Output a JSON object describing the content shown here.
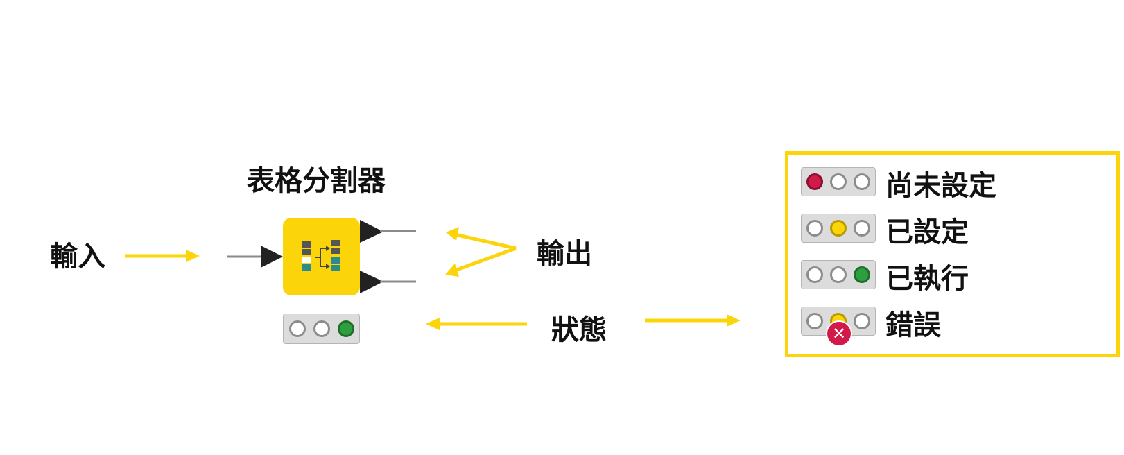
{
  "node": {
    "title": "表格分割器",
    "color": "#fcd40a"
  },
  "labels": {
    "input": "輸入",
    "output": "輸出",
    "status": "狀態"
  },
  "node_status": {
    "lights": [
      "off",
      "off",
      "green"
    ]
  },
  "legend": {
    "items": [
      {
        "label": "尚未設定",
        "lights": [
          "red",
          "off",
          "off"
        ],
        "error": false
      },
      {
        "label": "已設定",
        "lights": [
          "off",
          "yellow",
          "off"
        ],
        "error": false
      },
      {
        "label": "已執行",
        "lights": [
          "off",
          "off",
          "green"
        ],
        "error": false
      },
      {
        "label": "錯誤",
        "lights": [
          "off",
          "yellow",
          "off"
        ],
        "error": true,
        "error_icon": "close-icon",
        "error_glyph": "✕"
      }
    ]
  },
  "colors": {
    "accent_yellow": "#fcd40a",
    "light_red": "#d11a4a",
    "light_yellow": "#fcd40a",
    "light_green": "#2e9e3e",
    "port_dark": "#222222",
    "connector_gray": "#8a8a8a"
  }
}
